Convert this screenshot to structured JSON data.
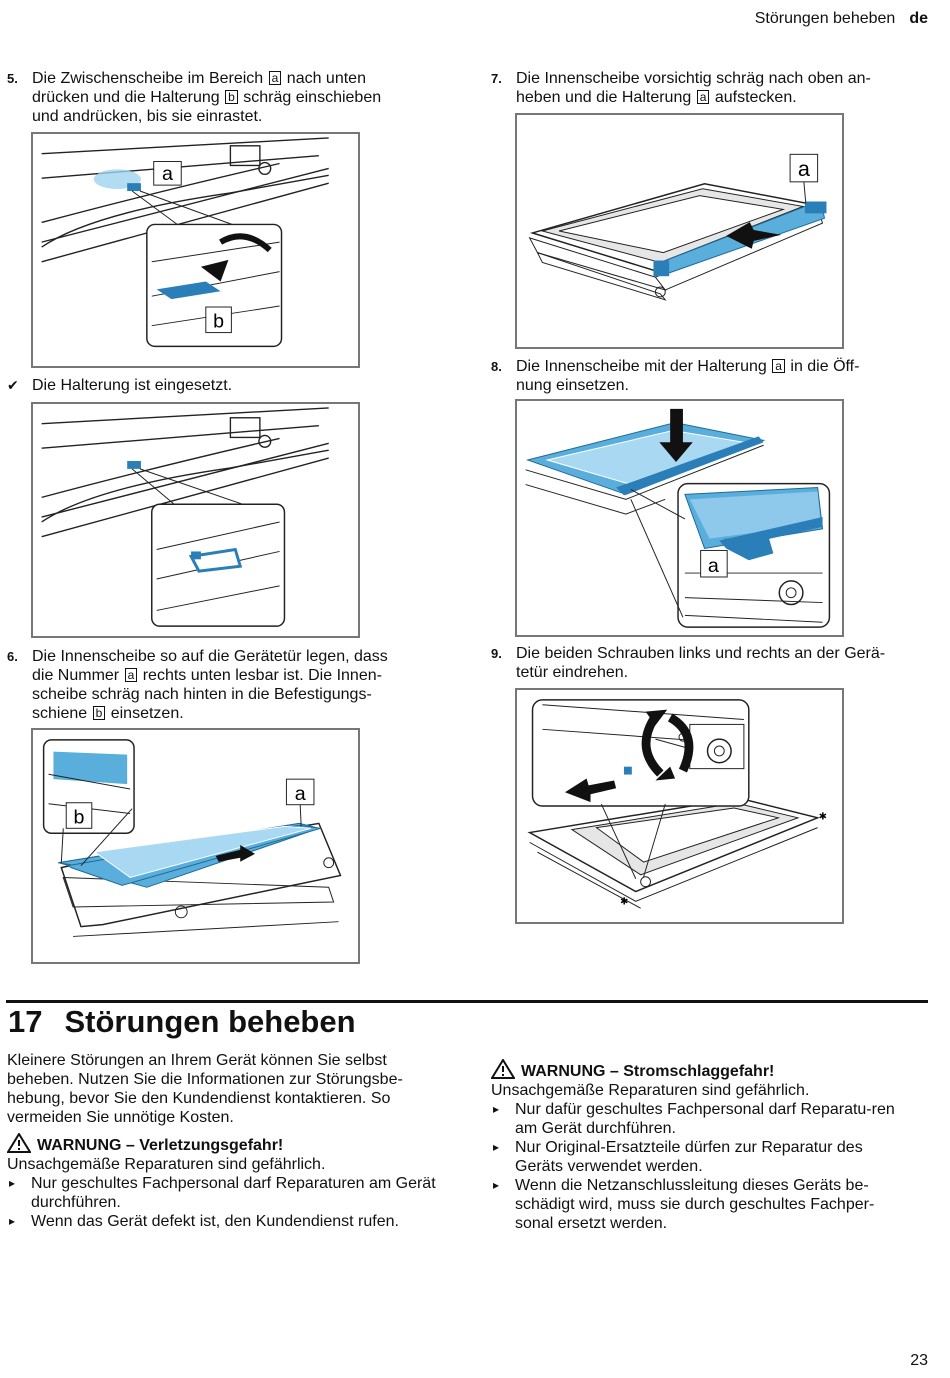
{
  "header": {
    "section": "Störungen beheben",
    "lang": "de"
  },
  "steps": {
    "s5": {
      "num": "5.",
      "text_a": "Die Zwischenscheibe im Bereich ",
      "tag1": "a",
      "text_b": " nach unten",
      "line2a": "drücken und die Halterung ",
      "tag2": "b",
      "line2b": " schräg einschieben",
      "line3": "und andrücken, bis sie einrastet."
    },
    "result": {
      "mark": "✔",
      "text": "Die Halterung ist eingesetzt."
    },
    "s6": {
      "num": "6.",
      "line1": "Die Innenscheibe so auf die Gerätetür legen, dass",
      "line2a": "die Nummer ",
      "tag1": "a",
      "line2b": " rechts unten lesbar ist. Die Innen-",
      "line3": "scheibe schräg nach hinten in die Befestigungs-",
      "line4a": "schiene ",
      "tag2": "b",
      "line4b": " einsetzen."
    },
    "s7": {
      "num": "7.",
      "line1": "Die Innenscheibe vorsichtig schräg nach oben an-",
      "line2a": "heben und die Halterung ",
      "tag1": "a",
      "line2b": " aufstecken."
    },
    "s8": {
      "num": "8.",
      "line1a": "Die Innenscheibe mit der Halterung ",
      "tag1": "a",
      "line1b": " in die Öff-",
      "line2": "nung einsetzen."
    },
    "s9": {
      "num": "9.",
      "line1": "Die beiden Schrauben links und rechts an der Gerä-",
      "line2": "tetür eindrehen."
    }
  },
  "figure_labels": {
    "a": "a",
    "b": "b"
  },
  "section": {
    "number": "17",
    "title": "Störungen beheben",
    "intro": [
      "Kleinere Störungen an Ihrem Gerät können Sie selbst",
      "beheben. Nutzen Sie die Informationen zur Störungsbe-",
      "hebung, bevor Sie den Kundendienst kontaktieren. So",
      "vermeiden Sie unnötige Kosten."
    ],
    "warning1": {
      "title": "WARNUNG – Verletzungsgefahr!",
      "text": "Unsachgemäße Reparaturen sind gefährlich.",
      "items": [
        "Nur geschultes Fachpersonal darf Reparaturen am Gerät durchführen.",
        "Wenn das Gerät defekt ist, den Kundendienst rufen."
      ]
    },
    "warning2": {
      "title": "WARNUNG – Stromschlaggefahr!",
      "text": "Unsachgemäße Reparaturen sind gefährlich.",
      "items": [
        "Nur dafür geschultes Fachpersonal darf Reparatu-ren am Gerät durchführen.",
        "Nur Original-Ersatzteile dürfen zur Reparatur des Geräts verwendet werden.",
        "Wenn die Netzanschlussleitung dieses Geräts be-schädigt wird, muss sie durch geschultes Fachper-sonal ersetzt werden."
      ]
    }
  },
  "page_number": "23",
  "colors": {
    "accent_blue": "#5aaedb",
    "blue_dark": "#2a7fb8",
    "figure_border": "#777777"
  }
}
